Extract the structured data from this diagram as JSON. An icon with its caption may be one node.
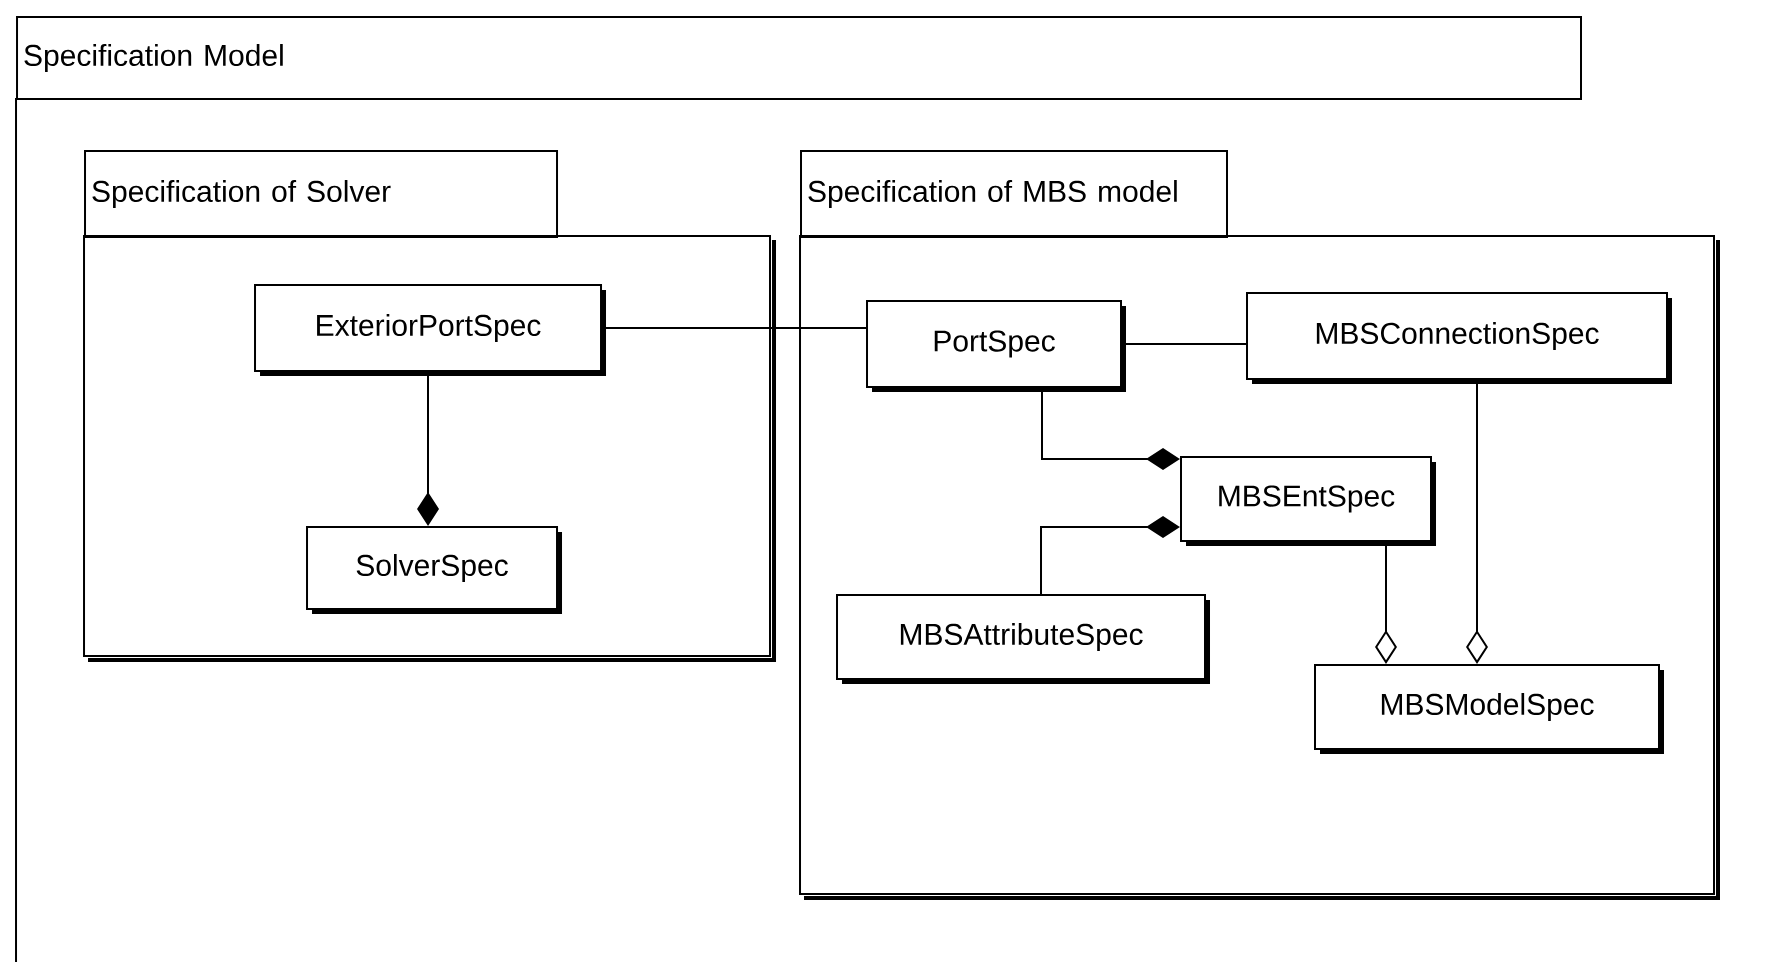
{
  "diagram": {
    "nodes": [
      {
        "text": [
          "Specification Model"
        ]
      },
      {
        "text": [
          "Specification of Solver"
        ],
        "in": 0
      },
      {
        "text": [
          "Specification of MBS model"
        ],
        "in": 0
      },
      {
        "text": [
          "ExteriorPortSpec"
        ],
        "in": 1
      },
      {
        "text": [
          "SolverSpec"
        ],
        "in": 1
      },
      {
        "text": [
          "PortSpec"
        ],
        "in": 2
      },
      {
        "text": [
          "MBSConnectionSpec"
        ],
        "in": 2
      },
      {
        "text": [
          "MBSEntSpec"
        ],
        "in": 2
      },
      {
        "text": [
          "MBSAttributeSpec"
        ],
        "in": 2
      },
      {
        "text": [
          "MBSModelSpec"
        ],
        "in": 2
      }
    ],
    "edges": [
      {
        "from": 3,
        "to": 5,
        "arrow": "none"
      },
      {
        "from": 5,
        "to": 6,
        "arrow": "none"
      },
      {
        "from": 3,
        "to": 4,
        "arrow": "other"
      },
      {
        "from": 5,
        "to": 7,
        "arrow": "other"
      },
      {
        "from": 8,
        "to": 7,
        "arrow": "other"
      },
      {
        "from": 7,
        "to": 9,
        "arrow": "other"
      },
      {
        "from": 6,
        "to": 9,
        "arrow": "other"
      }
    ]
  }
}
